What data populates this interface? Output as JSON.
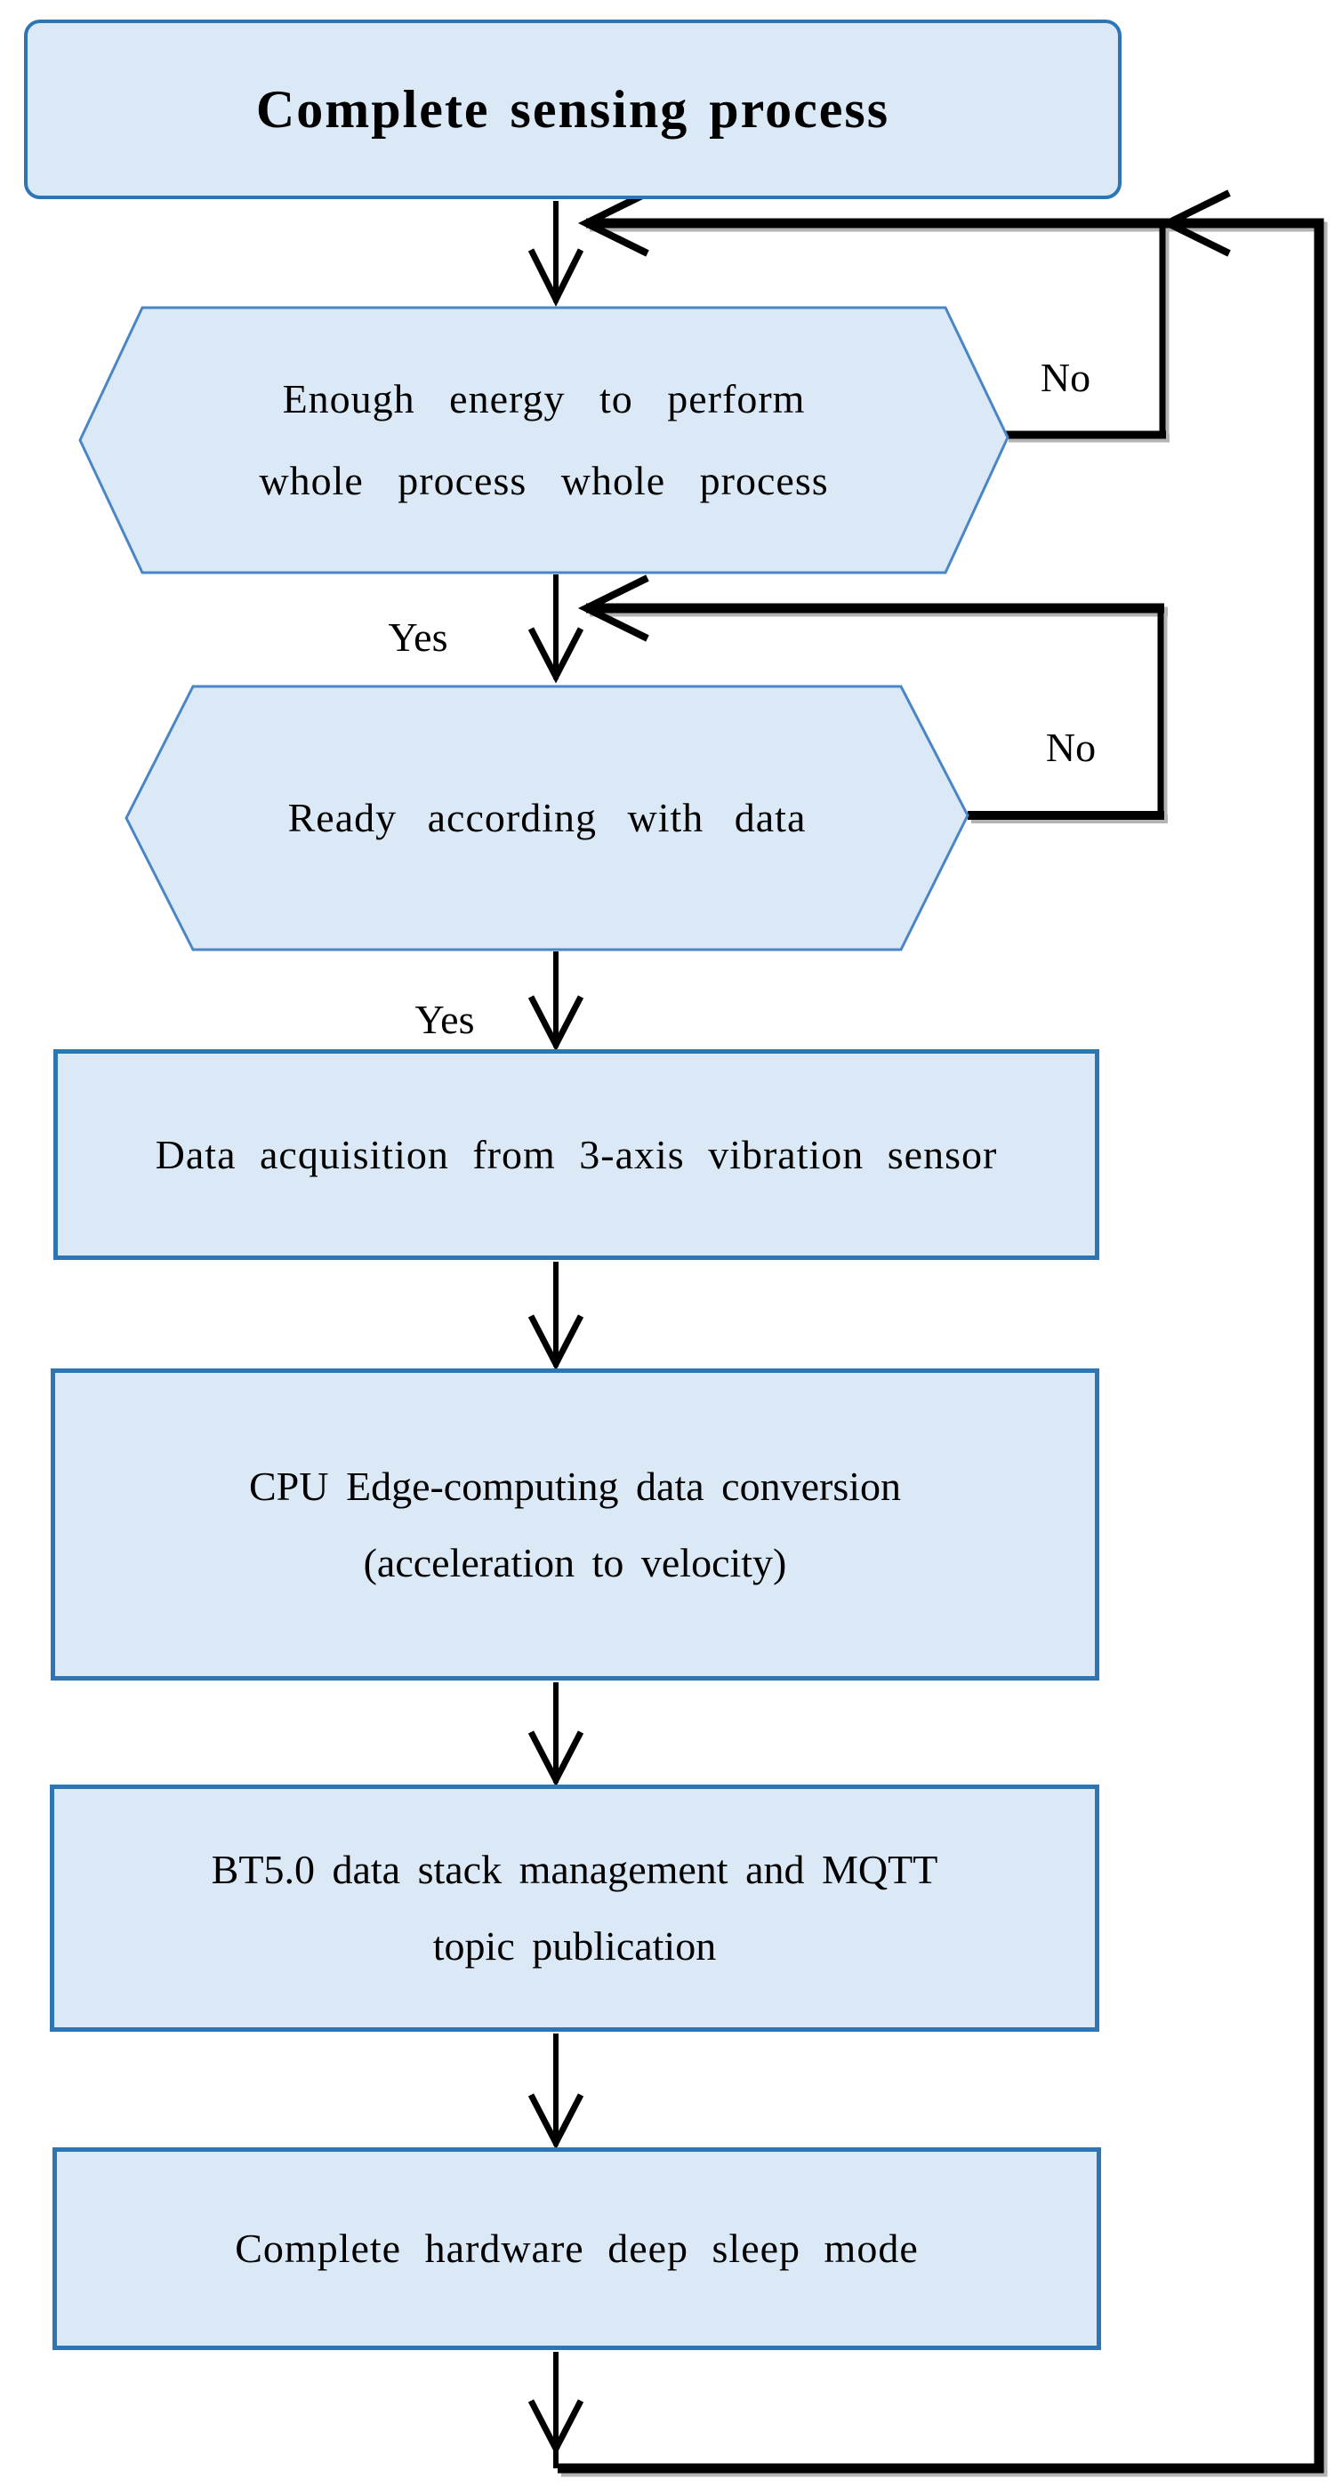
{
  "colors": {
    "node-fill": "#dbe9f6",
    "node-border": "#2e75b6",
    "hex-border": "#4a86c7",
    "line": "#000000",
    "line-shadow": "#b3b3b3",
    "text": "#000000",
    "bg": "#ffffff"
  },
  "nodes": {
    "start": {
      "label": "Complete sensing process"
    },
    "energy_check": {
      "line1": "Enough energy to perform",
      "line2": "whole process whole process"
    },
    "ready_check": {
      "label": "Ready according with data"
    },
    "acquisition": {
      "label": "Data acquisition from 3-axis vibration sensor"
    },
    "conversion": {
      "line1": "CPU Edge-computing data conversion",
      "line2": "(acceleration to velocity)"
    },
    "publication": {
      "line1": "BT5.0 data stack management and MQTT",
      "line2": "topic publication"
    },
    "sleep": {
      "label": "Complete hardware deep sleep mode"
    }
  },
  "labels": {
    "yes1": "Yes",
    "no1": "No",
    "yes2": "Yes",
    "no2": "No"
  }
}
